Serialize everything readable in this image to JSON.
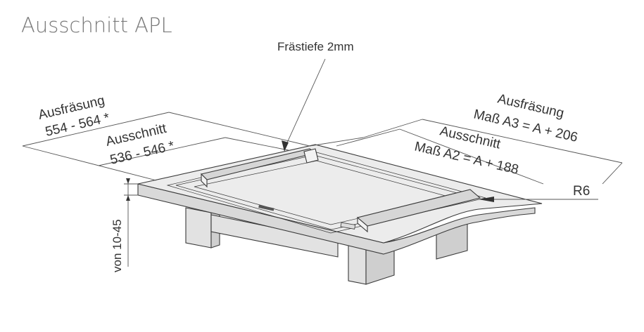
{
  "title": "Ausschnitt APL",
  "labels": {
    "fraestiefe": "Frästiefe 2mm",
    "left_ausfraesung_title": "Ausfräsung",
    "left_ausfraesung_value": "554 - 564 *",
    "left_ausschnitt_title": "Ausschnitt",
    "left_ausschnitt_value": "536 - 546 *",
    "right_ausfraesung_title": "Ausfräsung",
    "right_ausfraesung_value": "Maß A3 = A + 206",
    "right_ausschnitt_title": "Ausschnitt",
    "right_ausschnitt_value": "Maß A2 = A + 188",
    "radius": "R6",
    "height": "von 10-45"
  },
  "colors": {
    "counter_top": "#ececec",
    "counter_side": "#d9d9d9",
    "recess": "#f5f5f5",
    "cutout": "#ffffff",
    "cabinet": "#e2e2e2",
    "cabinet_dark": "#cfcfcf",
    "ledge": "#d6d6d6"
  }
}
